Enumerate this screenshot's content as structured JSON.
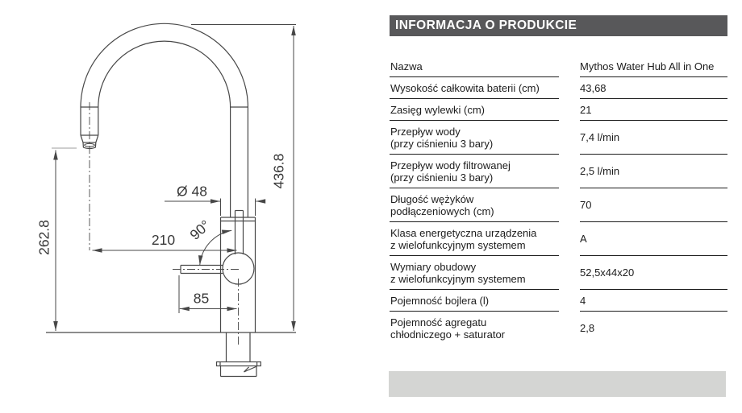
{
  "drawing": {
    "labels": {
      "total_height": "436.8",
      "spout_height": "262.8",
      "body_diameter": "Ø 48",
      "spout_reach": "210",
      "handle_angle": "90°",
      "handle_length": "85"
    },
    "line_color": "#474747",
    "text_color": "#383838"
  },
  "panel": {
    "header": "INFORMACJA O PRODUKCIE",
    "header_bg": "#58585a",
    "header_text_color": "#ffffff",
    "footer_bg": "#d4d5d3",
    "rule_color": "#1c1c1c",
    "table": {
      "rows": [
        {
          "label": [
            "Nazwa"
          ],
          "value": "Mythos Water Hub All in One"
        },
        {
          "label": [
            "Wysokość całkowita baterii (cm)"
          ],
          "value": "43,68"
        },
        {
          "label": [
            "Zasięg wylewki (cm)"
          ],
          "value": "21"
        },
        {
          "label": [
            "Przepływ wody",
            "(przy ciśnieniu 3 bary)"
          ],
          "value": "7,4 l/min"
        },
        {
          "label": [
            "Przepływ wody filtrowanej",
            "(przy ciśnieniu 3 bary)"
          ],
          "value": "2,5 l/min"
        },
        {
          "label": [
            "Długość wężyków",
            "podłączeniowych (cm)"
          ],
          "value": "70"
        },
        {
          "label": [
            "Klasa energetyczna urządzenia",
            "z wielofunkcyjnym systemem"
          ],
          "value": "A"
        },
        {
          "label": [
            "Wymiary obudowy",
            "z wielofunkcyjnym systemem"
          ],
          "value": "52,5x44x20"
        },
        {
          "label": [
            "Pojemność bojlera (l)"
          ],
          "value": "4"
        },
        {
          "label": [
            "Pojemność agregatu",
            "chłodniczego + saturator"
          ],
          "value": "2,8"
        }
      ]
    }
  }
}
